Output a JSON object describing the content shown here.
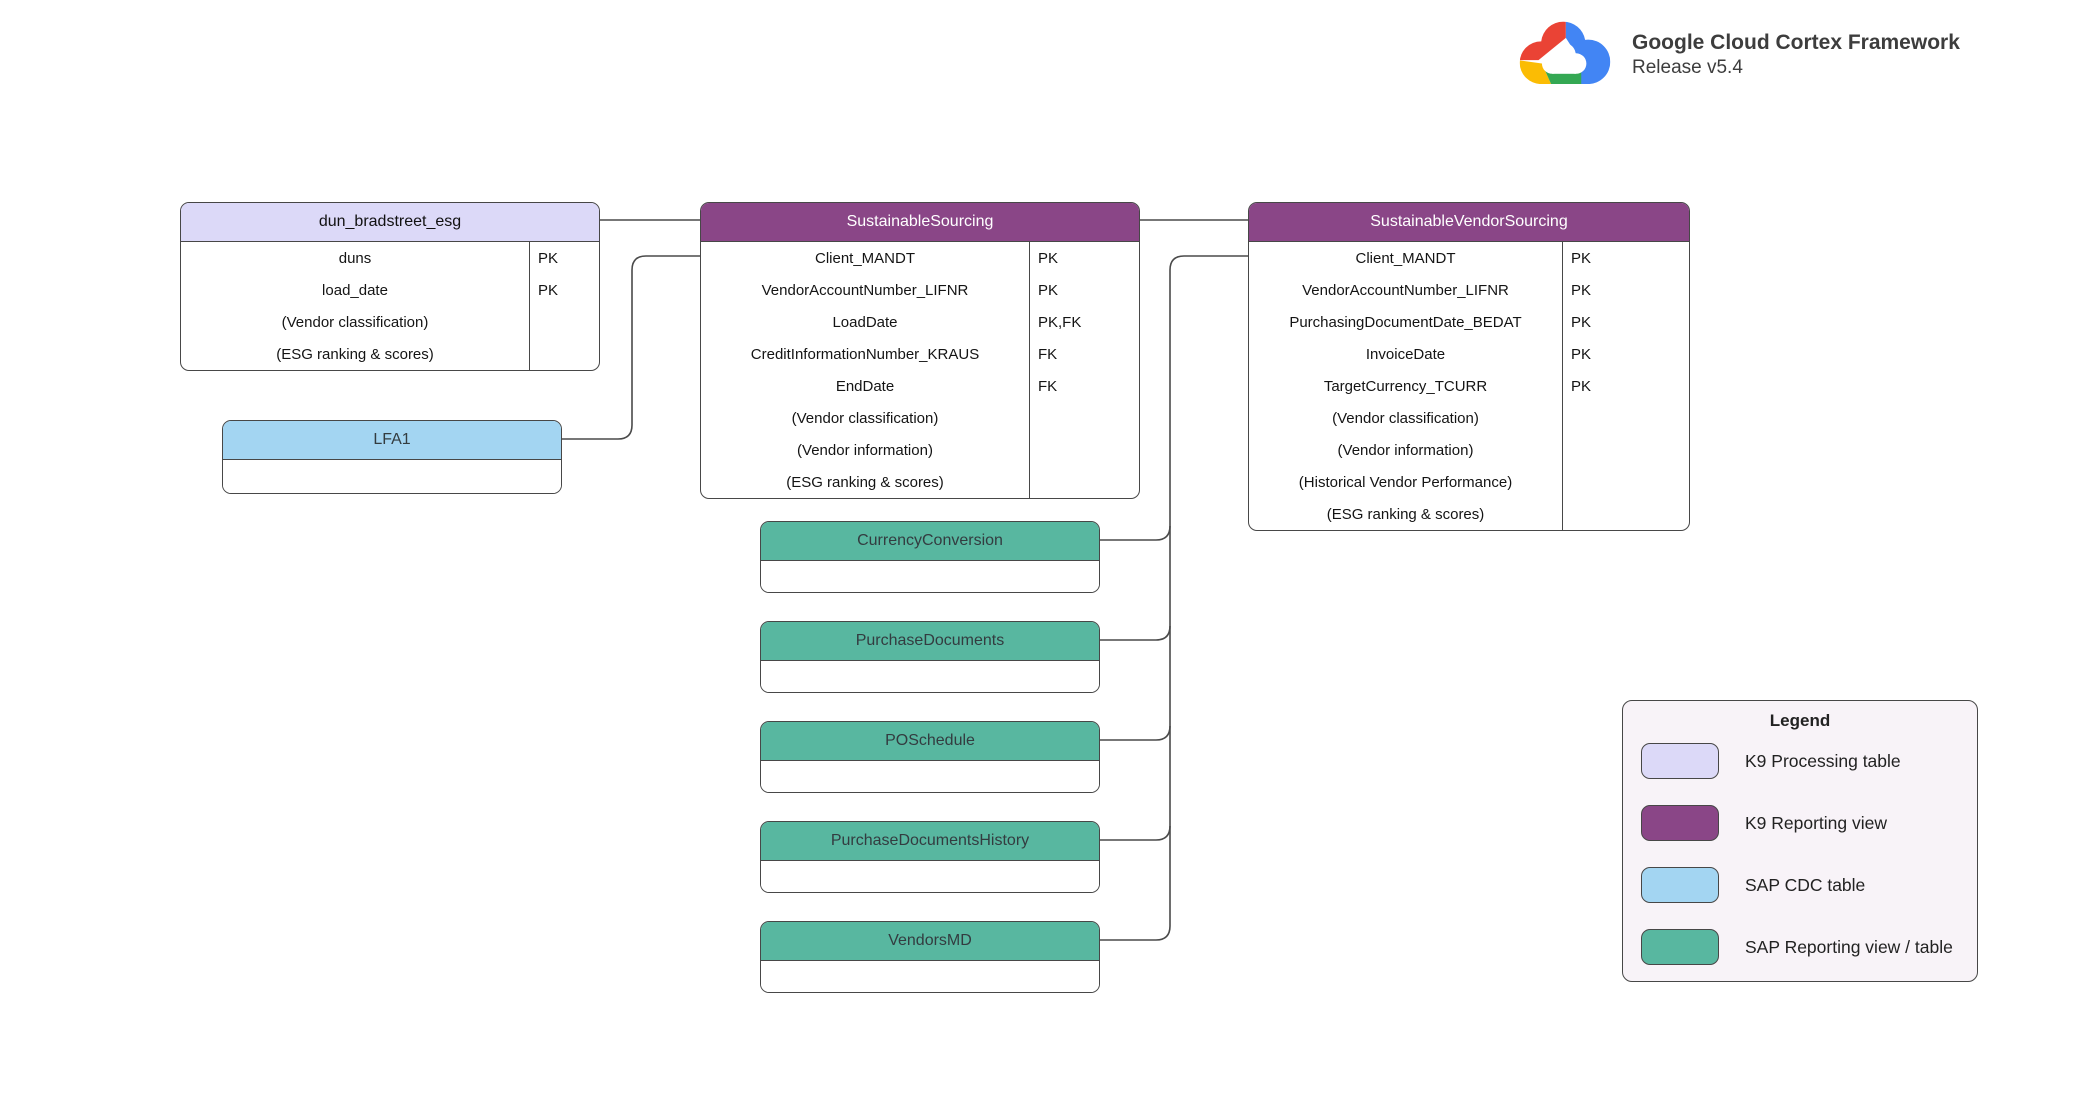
{
  "brand": {
    "title": "Google Cloud Cortex Framework",
    "subtitle": "Release v5.4",
    "logo": "google-cloud-logo"
  },
  "colors": {
    "k9_processing_table": "#dcd9f8",
    "k9_reporting_view": "#8a4687",
    "sap_cdc_table": "#a3d5f2",
    "sap_reporting_view_table": "#58b7a0",
    "legend_background": "#f8f3f8",
    "connector_line": "#4a4a4a",
    "google_red": "#EA4335",
    "google_yellow": "#FBBC04",
    "google_green": "#34A853",
    "google_blue": "#4285F4"
  },
  "tables": [
    {
      "id": "dun_bradstreet_esg",
      "title": "dun_bradstreet_esg",
      "type": "K9 Processing table",
      "rows": [
        {
          "field": "duns",
          "key": "PK"
        },
        {
          "field": "load_date",
          "key": "PK"
        },
        {
          "field": "(Vendor classification)",
          "key": ""
        },
        {
          "field": "(ESG ranking & scores)",
          "key": ""
        }
      ]
    },
    {
      "id": "SustainableSourcing",
      "title": "SustainableSourcing",
      "type": "K9 Reporting view",
      "rows": [
        {
          "field": "Client_MANDT",
          "key": "PK"
        },
        {
          "field": "VendorAccountNumber_LIFNR",
          "key": "PK"
        },
        {
          "field": "LoadDate",
          "key": "PK,FK"
        },
        {
          "field": "CreditInformationNumber_KRAUS",
          "key": "FK"
        },
        {
          "field": "EndDate",
          "key": "FK"
        },
        {
          "field": "(Vendor classification)",
          "key": ""
        },
        {
          "field": "(Vendor information)",
          "key": ""
        },
        {
          "field": "(ESG ranking & scores)",
          "key": ""
        }
      ]
    },
    {
      "id": "SustainableVendorSourcing",
      "title": "SustainableVendorSourcing",
      "type": "K9 Reporting view",
      "rows": [
        {
          "field": "Client_MANDT",
          "key": "PK"
        },
        {
          "field": "VendorAccountNumber_LIFNR",
          "key": "PK"
        },
        {
          "field": "PurchasingDocumentDate_BEDAT",
          "key": "PK"
        },
        {
          "field": "InvoiceDate",
          "key": "PK"
        },
        {
          "field": "TargetCurrency_TCURR",
          "key": "PK"
        },
        {
          "field": "(Vendor classification)",
          "key": ""
        },
        {
          "field": "(Vendor information)",
          "key": ""
        },
        {
          "field": "(Historical Vendor Performance)",
          "key": ""
        },
        {
          "field": "(ESG ranking & scores)",
          "key": ""
        }
      ]
    },
    {
      "id": "LFA1",
      "title": "LFA1",
      "type": "SAP CDC table",
      "rows": []
    },
    {
      "id": "CurrencyConversion",
      "title": "CurrencyConversion",
      "type": "SAP Reporting view / table",
      "rows": []
    },
    {
      "id": "PurchaseDocuments",
      "title": "PurchaseDocuments",
      "type": "SAP Reporting view / table",
      "rows": []
    },
    {
      "id": "POSchedule",
      "title": "POSchedule",
      "type": "SAP Reporting view / table",
      "rows": []
    },
    {
      "id": "PurchaseDocumentsHistory",
      "title": "PurchaseDocumentsHistory",
      "type": "SAP Reporting view / table",
      "rows": []
    },
    {
      "id": "VendorsMD",
      "title": "VendorsMD",
      "type": "SAP Reporting view / table",
      "rows": []
    }
  ],
  "legend": {
    "title": "Legend",
    "items": [
      {
        "label": "K9 Processing table",
        "color": "#dcd9f8"
      },
      {
        "label": "K9 Reporting view",
        "color": "#8a4687"
      },
      {
        "label": "SAP CDC table",
        "color": "#a3d5f2"
      },
      {
        "label": "SAP Reporting view / table",
        "color": "#58b7a0"
      }
    ]
  }
}
